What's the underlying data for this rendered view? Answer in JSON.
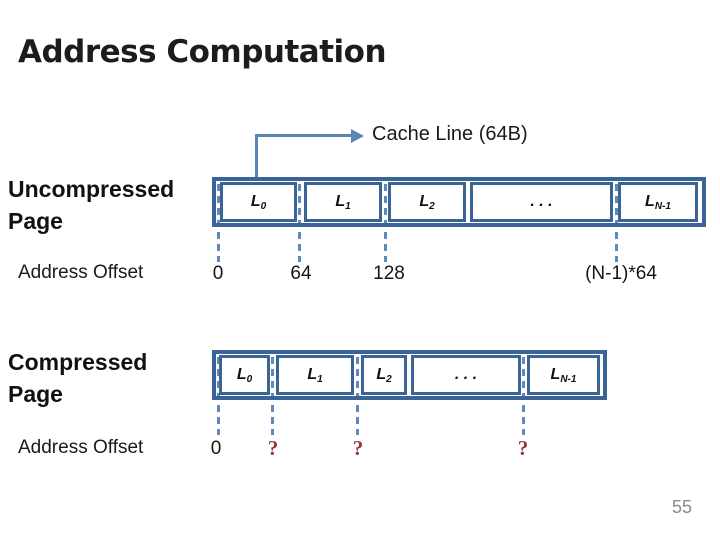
{
  "slide": {
    "title": "Address Computation",
    "page_number": "55"
  },
  "callout": {
    "label": "Cache Line (64B)"
  },
  "labels": {
    "uncompressed": "Uncompressed\nPage",
    "compressed": "Compressed\nPage",
    "address_offset": "Address Offset"
  },
  "uncompressed_row": {
    "cells": [
      {
        "main": "L",
        "sub": "0"
      },
      {
        "main": "L",
        "sub": "1"
      },
      {
        "main": "L",
        "sub": "2"
      },
      {
        "main": ". . .",
        "sub": ""
      },
      {
        "main": "L",
        "sub": "N-1"
      }
    ],
    "offsets": [
      "0",
      "64",
      "128",
      "(N-1)*64"
    ]
  },
  "compressed_row": {
    "cells": [
      {
        "main": "L",
        "sub": "0"
      },
      {
        "main": "L",
        "sub": "1"
      },
      {
        "main": "L",
        "sub": "2"
      },
      {
        "main": ". . .",
        "sub": ""
      },
      {
        "main": "L",
        "sub": "N-1"
      }
    ],
    "offsets": [
      "0",
      "?",
      "?",
      "?"
    ]
  },
  "colors": {
    "box_border": "#3a6495",
    "connector": "#5b84b8",
    "leader_dash": "#6288ba",
    "unknown_offset": "#953735",
    "title_text": "#1c1c1c",
    "page_number": "#8a8a8a"
  }
}
